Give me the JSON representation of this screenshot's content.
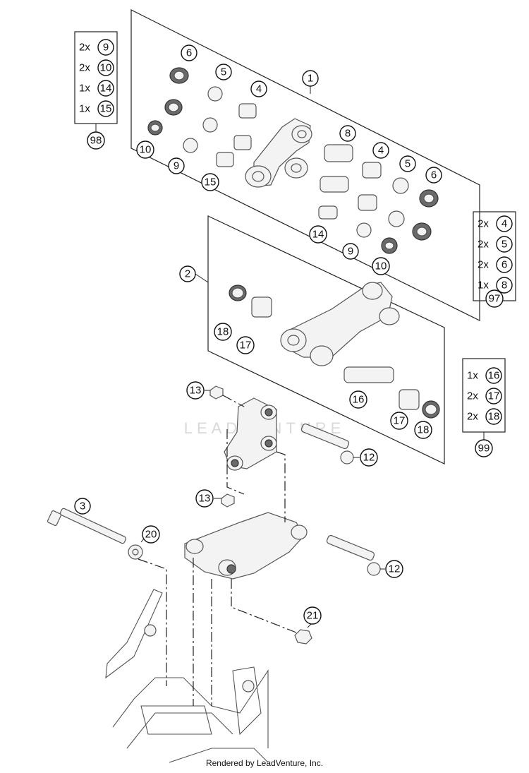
{
  "watermark": "LEADVENTURE",
  "footer": "Rendered by LeadVenture, Inc.",
  "callouts": {
    "c1": "1",
    "c2": "2",
    "c3": "3",
    "c4a": "4",
    "c4b": "4",
    "c5a": "5",
    "c5b": "5",
    "c6a": "6",
    "c6b": "6",
    "c8": "8",
    "c9a": "9",
    "c9b": "9",
    "c10a": "10",
    "c10b": "10",
    "c12a": "12",
    "c12b": "12",
    "c13a": "13",
    "c13b": "13",
    "c14": "14",
    "c15": "15",
    "c16": "16",
    "c17a": "17",
    "c17b": "17",
    "c18a": "18",
    "c18b": "18",
    "c20": "20",
    "c21": "21"
  },
  "kits": {
    "k98": {
      "number": "98",
      "items": [
        {
          "qty": "2x",
          "part": "9"
        },
        {
          "qty": "2x",
          "part": "10"
        },
        {
          "qty": "1x",
          "part": "14"
        },
        {
          "qty": "1x",
          "part": "15"
        }
      ]
    },
    "k97": {
      "number": "97",
      "items": [
        {
          "qty": "2x",
          "part": "4"
        },
        {
          "qty": "2x",
          "part": "5"
        },
        {
          "qty": "2x",
          "part": "6"
        },
        {
          "qty": "1x",
          "part": "8"
        }
      ]
    },
    "k99": {
      "number": "99",
      "items": [
        {
          "qty": "1x",
          "part": "16"
        },
        {
          "qty": "2x",
          "part": "17"
        },
        {
          "qty": "2x",
          "part": "18"
        }
      ]
    }
  },
  "colors": {
    "line": "#222222",
    "part_fill": "#f3f3f3",
    "part_dark": "#6a6a6a",
    "watermark": "#d9d9d9"
  }
}
